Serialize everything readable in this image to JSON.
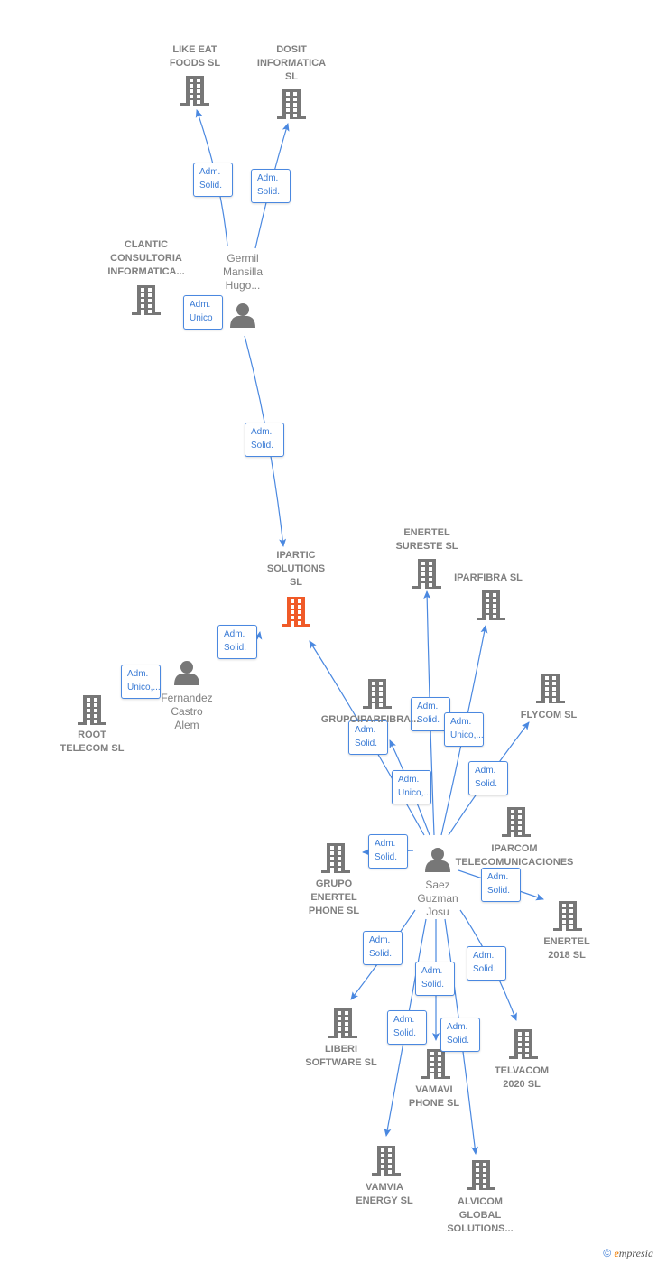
{
  "colors": {
    "edge": "#4a88e0",
    "node": "#777777",
    "main_node": "#f05a28",
    "label": "#808080"
  },
  "nodes": [
    {
      "id": "like",
      "type": "company",
      "lines": [
        "LIKE EAT",
        "FOODS  SL"
      ]
    },
    {
      "id": "dosit",
      "type": "company",
      "lines": [
        "DOSIT",
        "INFORMATICA",
        "SL"
      ]
    },
    {
      "id": "clantic",
      "type": "company",
      "lines": [
        "CLANTIC",
        "CONSULTORIA",
        "INFORMATICA..."
      ]
    },
    {
      "id": "germil",
      "type": "person",
      "lines": [
        "Germil",
        "Mansilla",
        "Hugo..."
      ]
    },
    {
      "id": "ipartic",
      "type": "company",
      "main": true,
      "lines": [
        "IPARTIC",
        "SOLUTIONS",
        "SL"
      ]
    },
    {
      "id": "fernandez",
      "type": "person",
      "lines": [
        "Fernandez",
        "Castro",
        "Alem"
      ]
    },
    {
      "id": "root",
      "type": "company",
      "lines": [
        "ROOT",
        "TELECOM  SL"
      ]
    },
    {
      "id": "enertel_sureste",
      "type": "company",
      "lines": [
        "ENERTEL",
        "SURESTE  SL"
      ]
    },
    {
      "id": "iparfibra",
      "type": "company",
      "lines": [
        "IPARFIBRA  SL"
      ]
    },
    {
      "id": "grupoiparfibra",
      "type": "company",
      "lines": [
        "GRUPOIPARFIBRA..."
      ]
    },
    {
      "id": "flycom",
      "type": "company",
      "lines": [
        "FLYCOM  SL"
      ]
    },
    {
      "id": "iparcom",
      "type": "company",
      "lines": [
        "IPARCOM",
        "TELECOMUNICACIONES"
      ]
    },
    {
      "id": "saez",
      "type": "person",
      "lines": [
        "Saez",
        "Guzman",
        "Josu"
      ]
    },
    {
      "id": "grupo_enertel",
      "type": "company",
      "lines": [
        "GRUPO",
        "ENERTEL",
        "PHONE  SL"
      ]
    },
    {
      "id": "enertel2018",
      "type": "company",
      "lines": [
        "ENERTEL",
        "2018  SL"
      ]
    },
    {
      "id": "liberi",
      "type": "company",
      "lines": [
        "LIBERI",
        "SOFTWARE  SL"
      ]
    },
    {
      "id": "telvacom",
      "type": "company",
      "lines": [
        "TELVACOM",
        "2020  SL"
      ]
    },
    {
      "id": "vamavi",
      "type": "company",
      "lines": [
        "VAMAVI",
        "PHONE  SL"
      ]
    },
    {
      "id": "vamvia",
      "type": "company",
      "lines": [
        "VAMVIA",
        "ENERGY  SL"
      ]
    },
    {
      "id": "alvicom",
      "type": "company",
      "lines": [
        "ALVICOM",
        "GLOBAL",
        "SOLUTIONS..."
      ]
    }
  ],
  "edges": [
    {
      "from": "germil",
      "to": "like",
      "lines": [
        "Adm.",
        "Solid."
      ]
    },
    {
      "from": "germil",
      "to": "dosit",
      "lines": [
        "Adm.",
        "Solid."
      ]
    },
    {
      "from": "germil",
      "to": "clantic",
      "lines": [
        "Adm.",
        "Unico"
      ]
    },
    {
      "from": "germil",
      "to": "ipartic",
      "lines": [
        "Adm.",
        "Solid."
      ]
    },
    {
      "from": "fernandez",
      "to": "ipartic",
      "lines": [
        "Adm.",
        "Solid."
      ]
    },
    {
      "from": "fernandez",
      "to": "root",
      "lines": [
        "Adm.",
        "Unico,..."
      ]
    },
    {
      "from": "saez",
      "to": "ipartic",
      "lines": [
        "Adm.",
        "Solid."
      ]
    },
    {
      "from": "saez",
      "to": "enertel_sureste",
      "lines": [
        "Adm.",
        "Solid."
      ]
    },
    {
      "from": "saez",
      "to": "iparfibra",
      "lines": [
        "Adm.",
        "Unico,..."
      ]
    },
    {
      "from": "saez",
      "to": "grupoiparfibra",
      "lines": [
        "Adm.",
        "Unico,..."
      ]
    },
    {
      "from": "saez",
      "to": "flycom",
      "lines": [
        "Adm.",
        "Solid."
      ]
    },
    {
      "from": "saez",
      "to": "grupo_enertel",
      "lines": [
        "Adm.",
        "Solid."
      ]
    },
    {
      "from": "saez",
      "to": "enertel2018",
      "lines": [
        "Adm.",
        "Solid."
      ]
    },
    {
      "from": "saez",
      "to": "liberi",
      "lines": [
        "Adm.",
        "Solid."
      ]
    },
    {
      "from": "saez",
      "to": "telvacom",
      "lines": [
        "Adm.",
        "Solid."
      ]
    },
    {
      "from": "saez",
      "to": "vamavi",
      "lines": [
        "Adm.",
        "Solid."
      ]
    },
    {
      "from": "saez",
      "to": "vamvia",
      "lines": [
        "Adm.",
        "Solid."
      ]
    },
    {
      "from": "saez",
      "to": "alvicom",
      "lines": [
        "Adm.",
        "Solid."
      ]
    }
  ],
  "footer": {
    "copyright": "©",
    "brand_first": "e",
    "brand_rest": "mpresia"
  }
}
